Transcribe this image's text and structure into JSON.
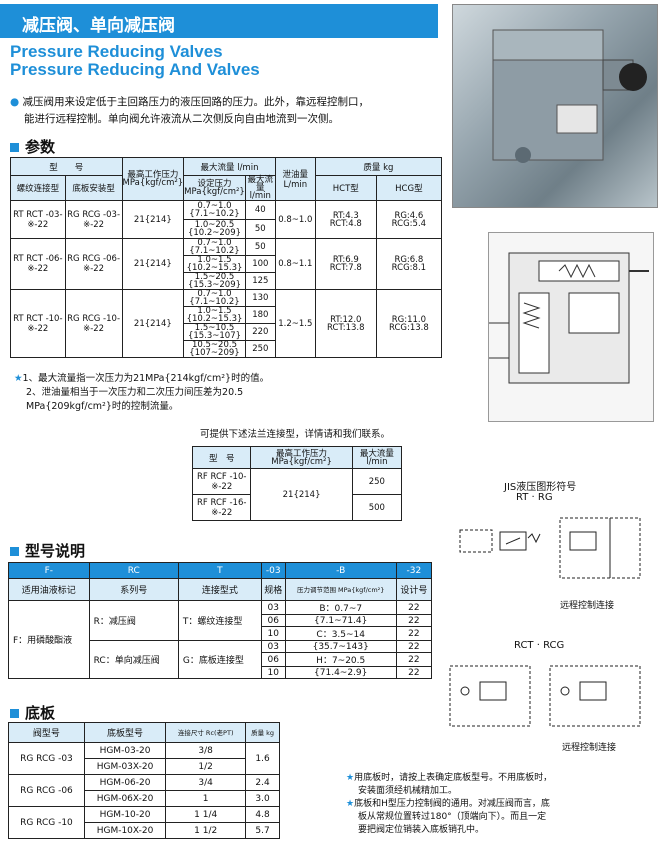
{
  "header": {
    "title_cn": "减压阀、单向减压阀",
    "title_en1": "Pressure Reducing Valves",
    "title_en2": "Pressure Reducing And Valves"
  },
  "intro": {
    "line1": "减压阀用来设定低于主回路压力的液压回路的压力。此外，靠远程控制口，",
    "line2": "能进行远程控制。单向阀允许液流从二次侧反向自由地流到一次侧。"
  },
  "sections": {
    "params": "参数",
    "model": "型号说明",
    "plate": "底板"
  },
  "params_table": {
    "h_type": "型　　号",
    "h_thread": "螺纹连接型",
    "h_plate": "底板安装型",
    "h_press": "最高工作压力 MPa{kgf/cm²}",
    "h_flow": "最大流量 l/min",
    "h_setp": "设定压力 MPa{kgf/cm²}",
    "h_maxflow": "最大流量 l/min",
    "h_leak": "泄油量 L/min",
    "h_mass": "质量 kg",
    "h_hct": "HCT型",
    "h_hcg": "HCG型",
    "rows": [
      {
        "thread": "RT RCT -03-※-22",
        "plate": "RG RCG -03-※-22",
        "press": "21{214}",
        "leak": "0.8~1.0",
        "hct": "RT:4.3 RCT:4.8",
        "hcg": "RG:4.6 RCG:5.4",
        "sub": [
          [
            "0.7~1.0 {7.1~10.2}",
            "40"
          ],
          [
            "1.0~20.5 {10.2~209}",
            "50"
          ]
        ]
      },
      {
        "thread": "RT RCT -06-※-22",
        "plate": "RG RCG -06-※-22",
        "press": "21{214}",
        "leak": "0.8~1.1",
        "hct": "RT:6.9 RCT:7.8",
        "hcg": "RG:6.8 RCG:8.1",
        "sub": [
          [
            "0.7~1.0 {7.1~10.2}",
            "50"
          ],
          [
            "1.0~1.5 {10.2~15.3}",
            "100"
          ],
          [
            "1.5~20.5 {15.3~209}",
            "125"
          ]
        ]
      },
      {
        "thread": "RT RCT -10-※-22",
        "plate": "RG RCG -10-※-22",
        "press": "21{214}",
        "leak": "1.2~1.5",
        "hct": "RT:12.0 RCT:13.8",
        "hcg": "RG:11.0 RCG:13.8",
        "sub": [
          [
            "0.7~1.0 {7.1~10.2}",
            "130"
          ],
          [
            "1.0~1.5 {10.2~15.3}",
            "180"
          ],
          [
            "1.5~10.5 {15.3~107}",
            "220"
          ],
          [
            "10.5~20.5 {107~209}",
            "250"
          ]
        ]
      }
    ]
  },
  "notes1": {
    "n1": "1、最大流量指一次压力为21MPa{214kgf/cm²}时的值。",
    "n2": "2、泄油量相当于一次压力和二次压力间压差为20.5",
    "n3": "MPa{209kgf/cm²}时的控制流量。"
  },
  "flange": {
    "caption": "可提供下述法兰连接型，详情请和我们联系。",
    "h_type": "型　号",
    "h_press": "最高工作压力 MPa{kgf/cm²}",
    "h_flow": "最大流量 l/min",
    "r1": "RF RCF -10-※-22",
    "r2": "RF RCF -16-※-22",
    "press": "21{214}",
    "f1": "250",
    "f2": "500"
  },
  "symbols": {
    "title": "JIS液压图形符号",
    "rt_rg": "RT · RG",
    "remote1": "远程控制连接",
    "rct_rcg": "RCT · RCG",
    "remote2": "远程控制连接"
  },
  "model_table": {
    "codes": [
      "F-",
      "RC",
      "T",
      "-03",
      "-B",
      "-32"
    ],
    "heads": [
      "适用油液标记",
      "系列号",
      "连接型式",
      "规格",
      "压力调节范围 MPa{kgf/cm²}",
      "设计号"
    ],
    "fluid": "F：用磷酸酯液",
    "series1": "R：减压阀",
    "series2": "RC：单向减压阀",
    "conn1": "T：螺纹连接型",
    "conn2": "G：底板连接型",
    "sizes": [
      "03",
      "06",
      "10",
      "03",
      "06",
      "10"
    ],
    "ranges": [
      "B：0.7~7",
      "{7.1~71.4}",
      "C：3.5~14",
      "{35.7~143}",
      "H：7~20.5",
      "{71.4~2.9}"
    ],
    "design": [
      "22",
      "22",
      "22",
      "22",
      "22",
      "22"
    ]
  },
  "plate_table": {
    "heads": [
      "阀型号",
      "底板型号",
      "连接尺寸 Rc(老PT)",
      "质量 kg"
    ],
    "groups": [
      {
        "valve": "RG RCG -03",
        "rows": [
          [
            "HGM-03-20",
            "3/8"
          ],
          [
            "HGM-03X-20",
            "1/2"
          ]
        ],
        "mass": [
          "1.6"
        ]
      },
      {
        "valve": "RG RCG -06",
        "rows": [
          [
            "HGM-06-20",
            "3/4"
          ],
          [
            "HGM-06X-20",
            "1"
          ]
        ],
        "mass": [
          "2.4",
          "3.0"
        ]
      },
      {
        "valve": "RG RCG -10",
        "rows": [
          [
            "HGM-10-20",
            "1 1/4"
          ],
          [
            "HGM-10X-20",
            "1 1/2"
          ]
        ],
        "mass": [
          "4.8",
          "5.7"
        ]
      }
    ]
  },
  "notes2": {
    "n1": "用底板时，请按上表确定底板型号。不用底板时，",
    "n2": "安装面须经机械精加工。",
    "n3": "底板和H型压力控制阀的通用。对减压阀而言，底",
    "n4": "板从常规位置转过180°（顶端向下）。而且一定",
    "n5": "要把阀定位销装入底板销孔中。"
  },
  "colors": {
    "accent": "#1e8fd8"
  }
}
